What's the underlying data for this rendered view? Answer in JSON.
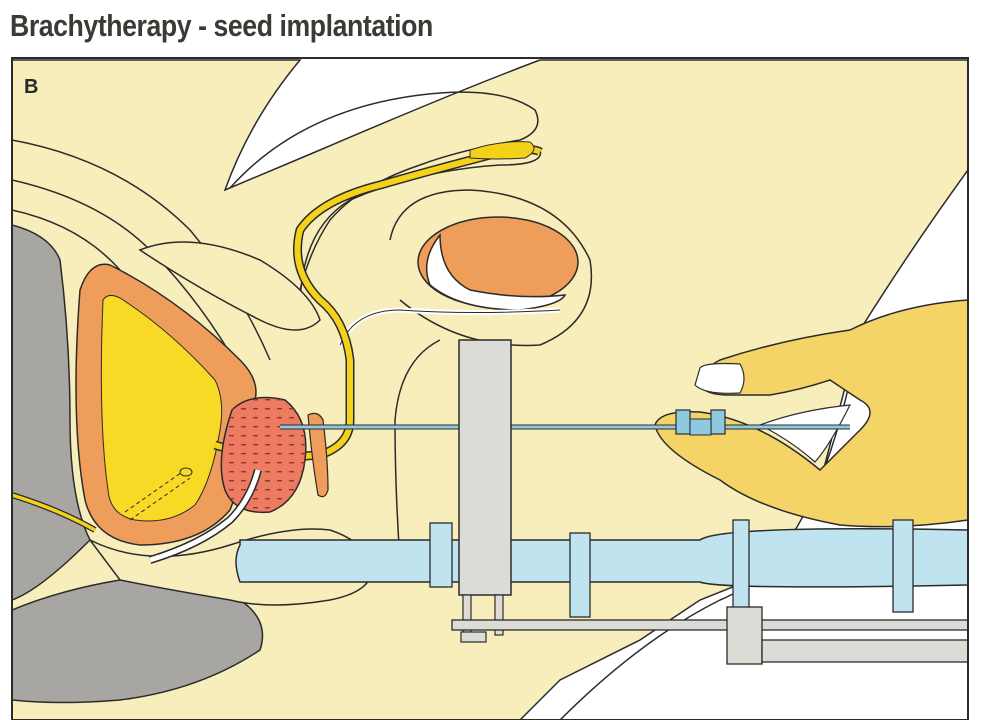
{
  "title": "Brachytherapy - seed implantation",
  "panel_label": "B",
  "colors": {
    "background": "#ffffff",
    "skin": "#f8eebb",
    "soft_tissue": "#f8eebb",
    "hand": "#f4d466",
    "bladder_urine": "#f8d926",
    "bladder_wall": "#ef9d5a",
    "prostate": "#ec7b62",
    "urethra": "#f5d21a",
    "bone": "#a7a6a2",
    "probe": "#bfe3ef",
    "template": "#dcdcd6",
    "needle": "#8fc9e0",
    "outline": "#2b2b2b"
  },
  "icons": [
    "prostate-seed-dots",
    "catheter-balloon"
  ]
}
